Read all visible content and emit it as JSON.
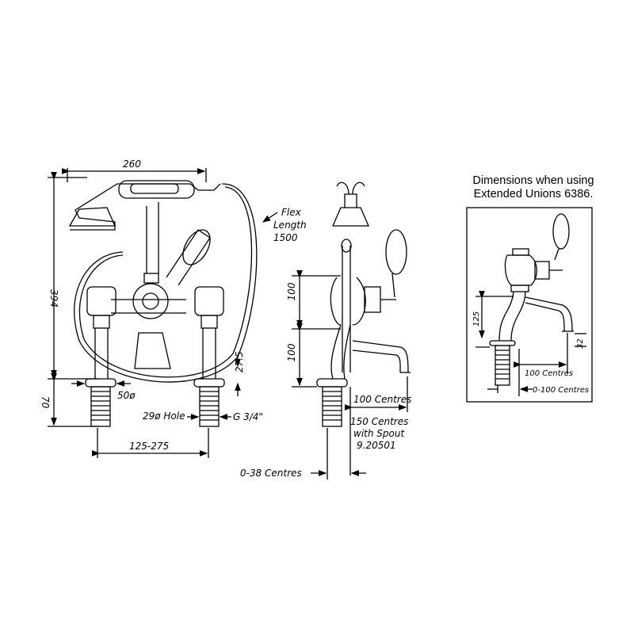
{
  "front_view": {
    "width_label": "260",
    "height_label": "394",
    "flex_label": [
      "Flex",
      "Length",
      "1500"
    ],
    "base_label": "70",
    "diameter_label": "50ø",
    "height_small_label": "27.5",
    "hole_label": "29ø Hole",
    "thread_label": "G 3/4\"",
    "centres_label": "125-275"
  },
  "side_view": {
    "upper_label": "100",
    "lower_label": "100",
    "spout_centres_label": "100 Centres",
    "spout_alt_label": [
      "150 Centres",
      "with Spout",
      "9.20501"
    ],
    "offset_label": "0-38 Centres"
  },
  "inset": {
    "caption": [
      "Dimensions when using",
      "Extended Unions 6386."
    ],
    "height_label": "125",
    "small_label": "32",
    "centres_label": "100 Centres",
    "offset_label": "0-100 Centres"
  }
}
